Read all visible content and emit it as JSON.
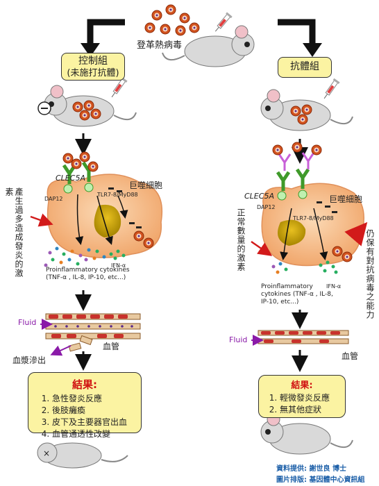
{
  "top": {
    "virus_label": "登革熱病毒"
  },
  "left": {
    "group_label": "控制組",
    "group_sub": "(未施打抗體)",
    "clec5a": "CLEC5A",
    "dap12": "DAP12",
    "macrophage": "巨噬細胞",
    "tlr": "TLR7-8/MyD88",
    "side_text": "產生過多造成發炎的激素",
    "cytokines": "Proinflammatory cytokines (TNF-α , IL-8, IP-10, etc...)",
    "ifn": "IFN-α",
    "fluid": "Fluid",
    "vessel": "血管",
    "leak": "血漿滲出",
    "result_title": "結果:",
    "results": [
      "急性發炎反應",
      "後肢癱瘓",
      "皮下及主要器官出血",
      "血管通透性改變"
    ]
  },
  "right": {
    "group_label": "抗體組",
    "clec5a": "CLEC5A",
    "dap12": "DAP12",
    "macrophage": "巨噬細胞",
    "tlr": "TLR7-8/MyD88",
    "side_text": "正常數量的激素",
    "side_text2": "仍保有對抗病毒之能力",
    "cytokines": "Proinflammatory cytokines (TNF-α , IL-8, IP-10, etc...)",
    "ifn": "IFN-α",
    "fluid": "Fluid",
    "vessel": "血管",
    "result_title": "結果:",
    "results": [
      "輕微發炎反應",
      "無其他症狀"
    ]
  },
  "credits": {
    "line1": "資料提供: 謝世良 博士",
    "line2": "圖片排版: 基因體中心資訊組"
  },
  "colors": {
    "box": "#fbf3a2",
    "result_title": "#d01010",
    "macrophage": "#f3b07a",
    "receptor": "#3f9a2a",
    "antibody": "#c860d8",
    "virus": "#d2521e",
    "credit": "#1c5fa8"
  }
}
